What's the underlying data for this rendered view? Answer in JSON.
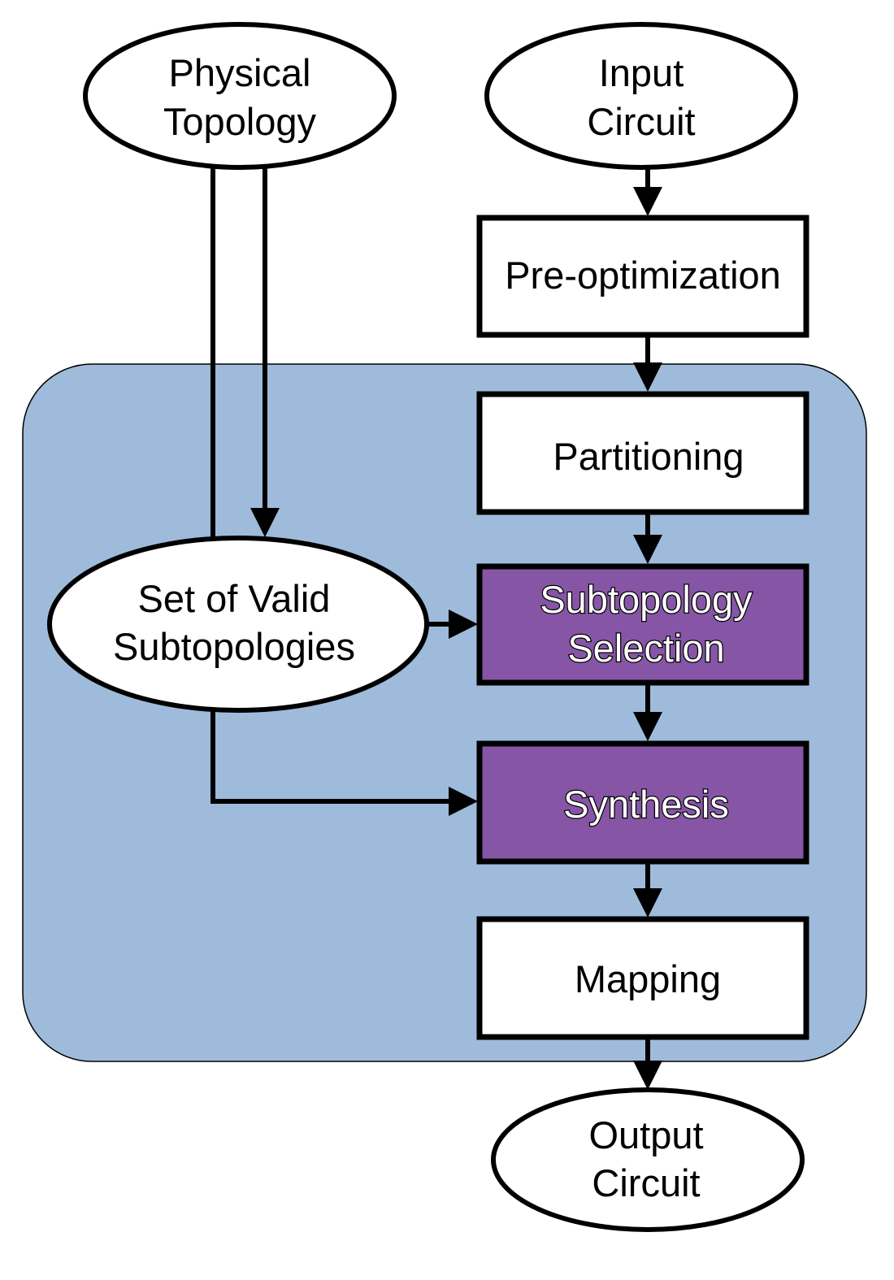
{
  "colors": {
    "region_fill": "#9fbbdb",
    "highlight_fill": "#8655a6",
    "plain_fill": "#ffffff",
    "stroke": "#000000"
  },
  "nodes": {
    "physical_topology": {
      "line1": "Physical",
      "line2": "Topology"
    },
    "input_circuit": {
      "line1": "Input",
      "line2": "Circuit"
    },
    "pre_optimization": {
      "label": "Pre-optimization"
    },
    "partitioning": {
      "label": "Partitioning"
    },
    "valid_subtopologies": {
      "line1": "Set of Valid",
      "line2": "Subtopologies"
    },
    "subtopology_selection": {
      "line1": "Subtopology",
      "line2": "Selection"
    },
    "synthesis": {
      "label": "Synthesis"
    },
    "mapping": {
      "label": "Mapping"
    },
    "output_circuit": {
      "line1": "Output",
      "line2": "Circuit"
    }
  }
}
